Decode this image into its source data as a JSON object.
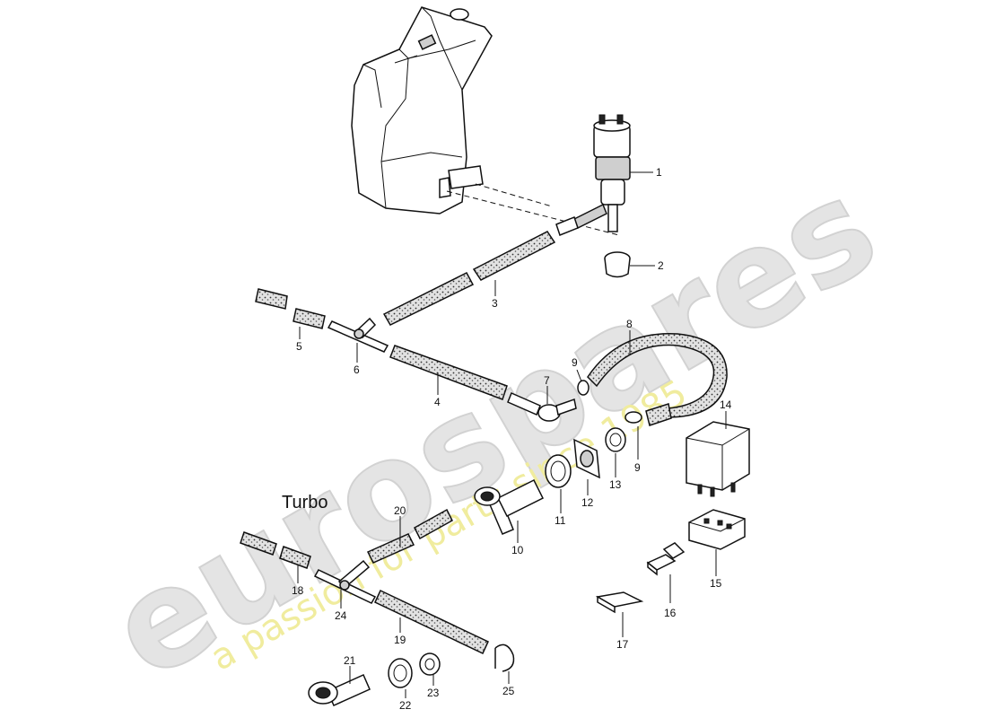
{
  "watermark": {
    "logo": "eurospares",
    "tagline": "a passion for parts since 1985"
  },
  "variant_label": "Turbo",
  "callouts": [
    "1",
    "2",
    "3",
    "4",
    "5",
    "6",
    "7",
    "8",
    "9",
    "9",
    "10",
    "11",
    "12",
    "13",
    "14",
    "15",
    "16",
    "17",
    "18",
    "19",
    "20",
    "21",
    "22",
    "23",
    "24",
    "25"
  ]
}
